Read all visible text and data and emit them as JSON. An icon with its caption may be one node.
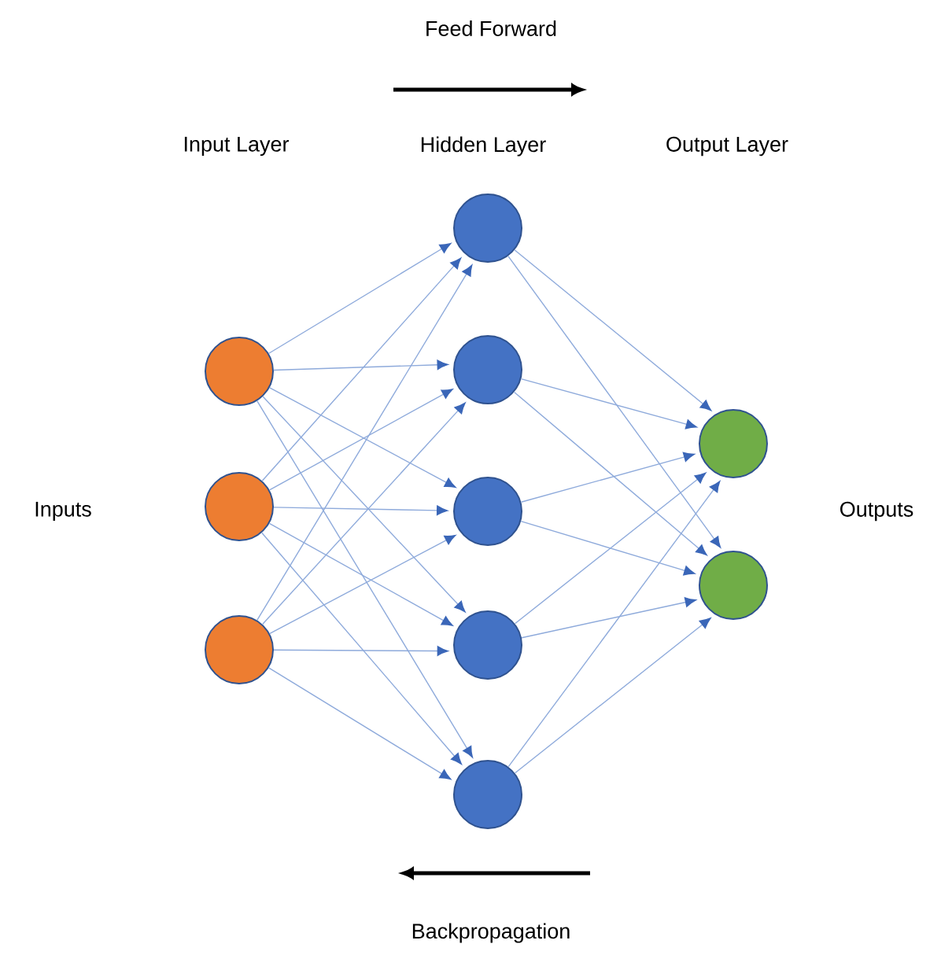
{
  "diagram": {
    "nodes": [
      {
        "text": [],
        "shape": "circle"
      },
      {
        "text": [],
        "shape": "circle"
      },
      {
        "text": [],
        "shape": "circle"
      },
      {
        "text": [],
        "shape": "circle"
      },
      {
        "text": [],
        "shape": "circle"
      },
      {
        "text": [],
        "shape": "circle"
      },
      {
        "text": [],
        "shape": "circle"
      },
      {
        "text": [],
        "shape": "circle"
      },
      {
        "text": [],
        "shape": "circle"
      },
      {
        "text": [],
        "shape": "circle"
      }
    ],
    "edges": [
      {
        "from": 0,
        "to": 3,
        "arrow": "to"
      },
      {
        "from": 0,
        "to": 4,
        "arrow": "to"
      },
      {
        "from": 0,
        "to": 5,
        "arrow": "to"
      },
      {
        "from": 0,
        "to": 6,
        "arrow": "to"
      },
      {
        "from": 0,
        "to": 7,
        "arrow": "to"
      },
      {
        "from": 1,
        "to": 3,
        "arrow": "to"
      },
      {
        "from": 1,
        "to": 4,
        "arrow": "to"
      },
      {
        "from": 1,
        "to": 5,
        "arrow": "to"
      },
      {
        "from": 1,
        "to": 6,
        "arrow": "to"
      },
      {
        "from": 1,
        "to": 7,
        "arrow": "to"
      },
      {
        "from": 2,
        "to": 3,
        "arrow": "to"
      },
      {
        "from": 2,
        "to": 4,
        "arrow": "to"
      },
      {
        "from": 2,
        "to": 5,
        "arrow": "to"
      },
      {
        "from": 2,
        "to": 6,
        "arrow": "to"
      },
      {
        "from": 2,
        "to": 7,
        "arrow": "to"
      },
      {
        "from": 3,
        "to": 8,
        "arrow": "to"
      },
      {
        "from": 3,
        "to": 9,
        "arrow": "to"
      },
      {
        "from": 4,
        "to": 8,
        "arrow": "to"
      },
      {
        "from": 4,
        "to": 9,
        "arrow": "to"
      },
      {
        "from": 5,
        "to": 8,
        "arrow": "to"
      },
      {
        "from": 5,
        "to": 9,
        "arrow": "to"
      },
      {
        "from": 6,
        "to": 8,
        "arrow": "to"
      },
      {
        "from": 6,
        "to": 9,
        "arrow": "to"
      },
      {
        "from": 7,
        "to": 8,
        "arrow": "to"
      },
      {
        "from": 7,
        "to": 9,
        "arrow": "to"
      }
    ],
    "labels": [
      "Feed Forward",
      "Input Layer",
      "Hidden Layer",
      "Output Layer",
      "Inputs",
      "Outputs",
      "Backpropagation"
    ]
  }
}
